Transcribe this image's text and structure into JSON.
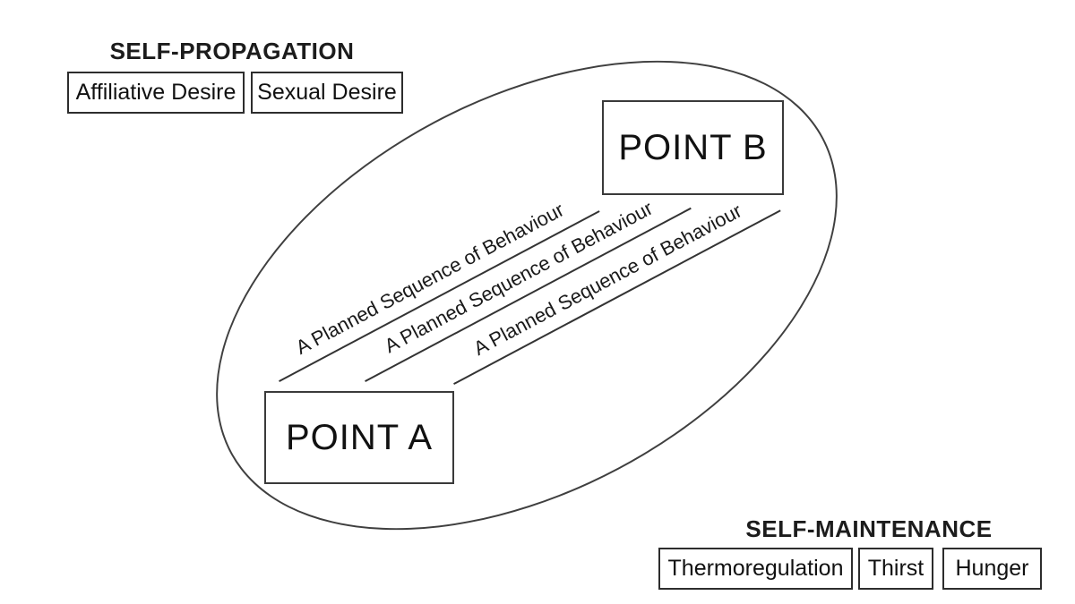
{
  "diagram": {
    "background": "#ffffff",
    "ink_color": "#161616",
    "line_color": "#3a3a3a"
  },
  "self_propagation": {
    "title": "SELF-PROPAGATION",
    "items": [
      "Affiliative Desire",
      "Sexual Desire"
    ]
  },
  "self_maintenance": {
    "title": "SELF-MAINTENANCE",
    "items": [
      "Thermoregulation",
      "Thirst",
      "Hunger"
    ]
  },
  "points": {
    "a": "POINT A",
    "b": "POINT B"
  },
  "sequences": [
    "A Planned Sequence of Behaviour",
    "A Planned Sequence of Behaviour",
    "A Planned Sequence of Behaviour"
  ]
}
